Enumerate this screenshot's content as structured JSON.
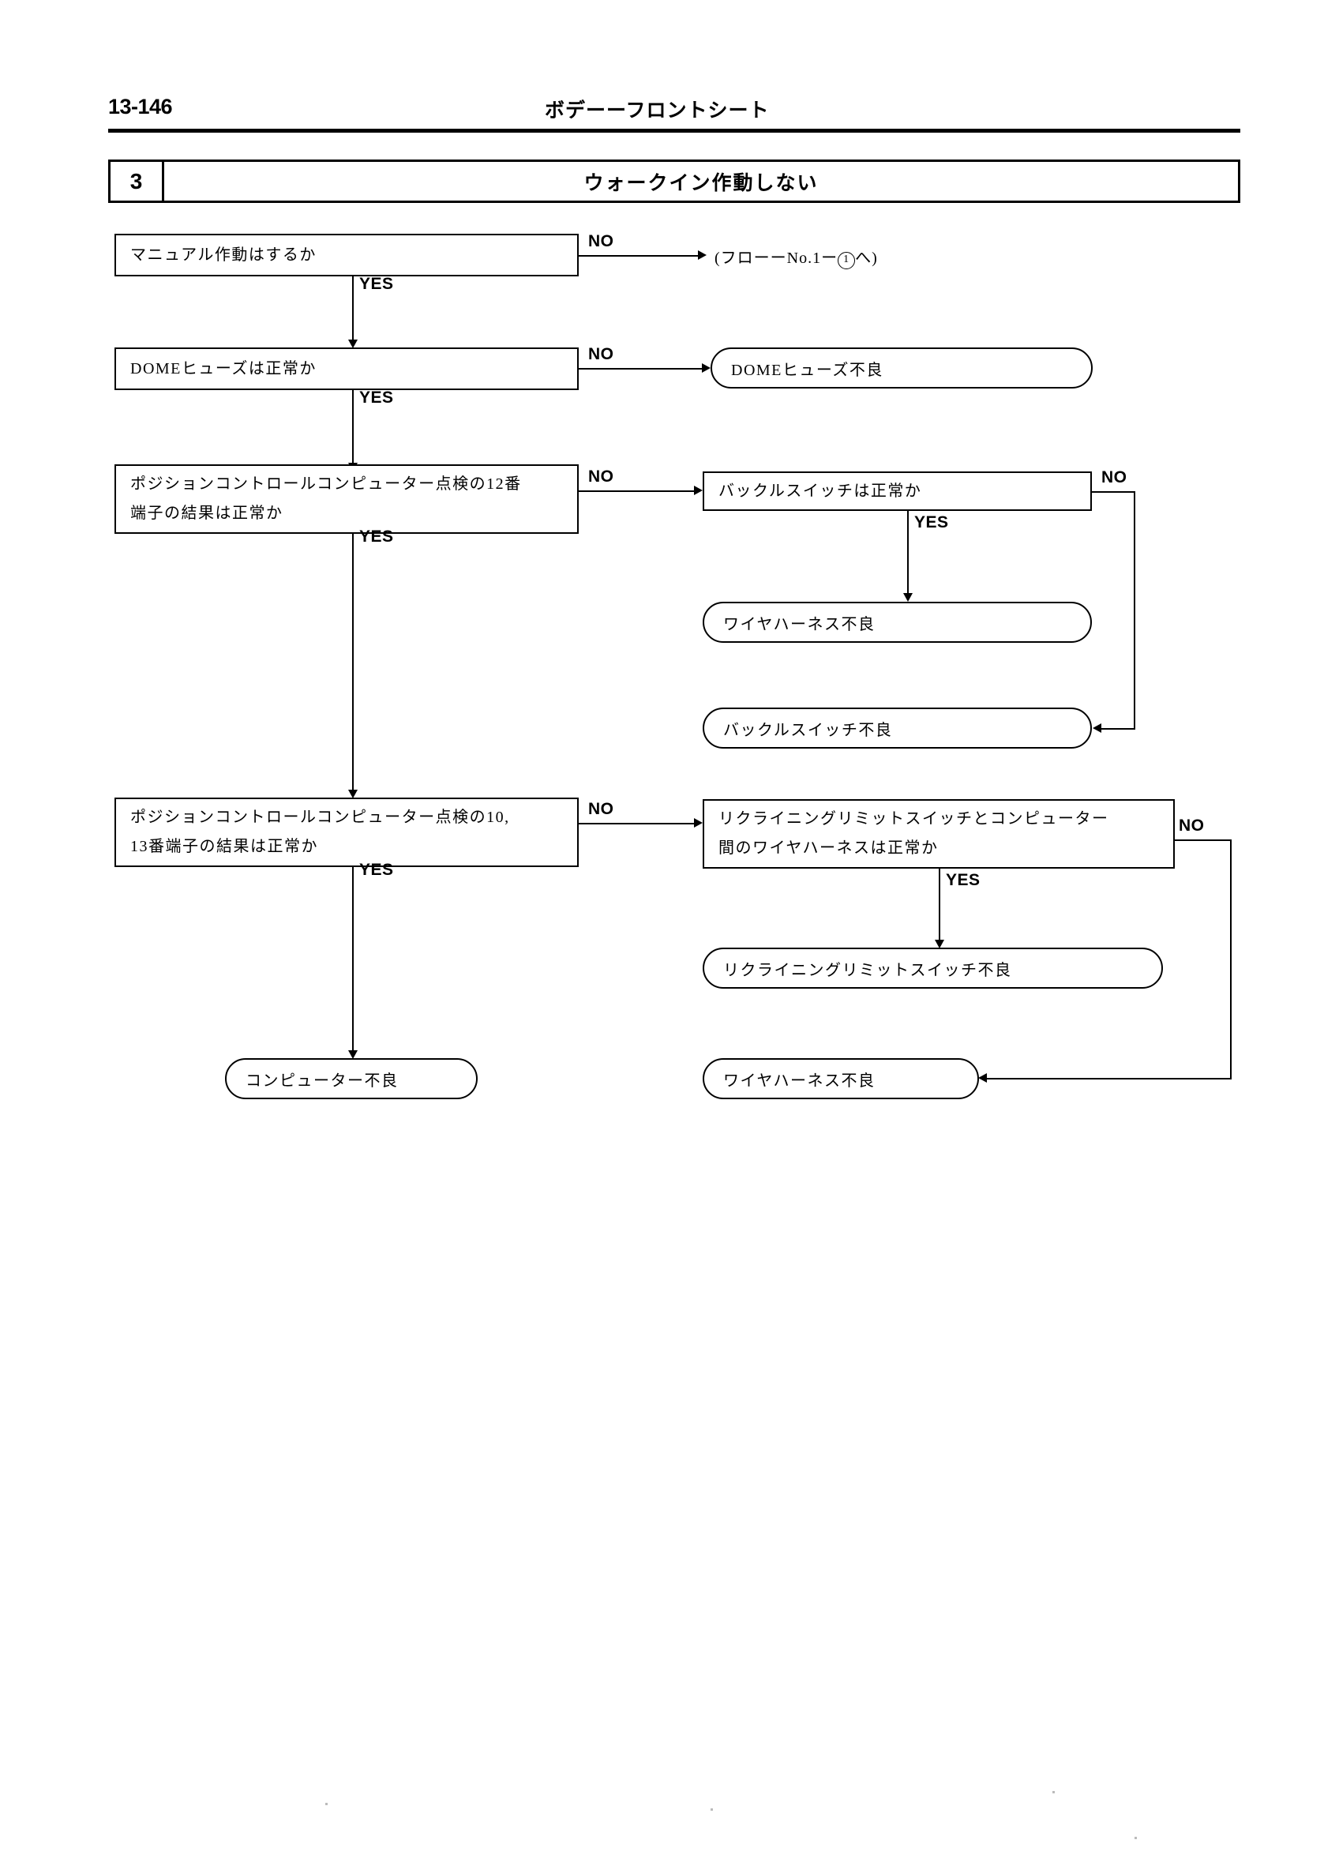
{
  "header": {
    "page_number": "13-146",
    "title": "ボデーーフロントシート"
  },
  "chart_title_bar": {
    "number": "3",
    "title": "ウォークイン作動しない"
  },
  "labels": {
    "yes": "YES",
    "no": "NO"
  },
  "nodes": {
    "q1": {
      "line1": "マニュアル作動はするか"
    },
    "ref1": {
      "prefix": "(フローーNo.1ー",
      "circled": "1",
      "suffix": "へ)"
    },
    "q2": {
      "line1": "DOMEヒューズは正常か"
    },
    "t2": {
      "line1": "DOMEヒューズ不良"
    },
    "q3": {
      "line1": "ポジションコントロールコンピューター点検の12番",
      "line2": "端子の結果は正常か"
    },
    "q3r": {
      "line1": "バックルスイッチは正常か"
    },
    "t3a": {
      "line1": "ワイヤハーネス不良"
    },
    "t3b": {
      "line1": "バックルスイッチ不良"
    },
    "q4": {
      "line1": "ポジションコントロールコンピューター点検の10,",
      "line2": "13番端子の結果は正常か"
    },
    "q4r": {
      "line1": "リクライニングリミットスイッチとコンピューター",
      "line2": "間のワイヤハーネスは正常か"
    },
    "t4a": {
      "line1": "リクライニングリミットスイッチ不良"
    },
    "t4b": {
      "line1": "コンピューター不良"
    },
    "t4c": {
      "line1": "ワイヤハーネス不良"
    }
  },
  "chart_data": {
    "type": "diagram",
    "title": "ウォークイン作動しない",
    "diagram_kind": "troubleshooting-flowchart",
    "nodes": [
      {
        "id": "q1",
        "kind": "decision",
        "text": "マニュアル作動はするか"
      },
      {
        "id": "ref1",
        "kind": "reference",
        "text": "(フローーNo.1ー①へ)"
      },
      {
        "id": "q2",
        "kind": "decision",
        "text": "DOMEヒューズは正常か"
      },
      {
        "id": "t2",
        "kind": "terminal",
        "text": "DOMEヒューズ不良"
      },
      {
        "id": "q3",
        "kind": "decision",
        "text": "ポジションコントロールコンピューター点検の12番端子の結果は正常か"
      },
      {
        "id": "q3r",
        "kind": "decision",
        "text": "バックルスイッチは正常か"
      },
      {
        "id": "t3a",
        "kind": "terminal",
        "text": "ワイヤハーネス不良"
      },
      {
        "id": "t3b",
        "kind": "terminal",
        "text": "バックルスイッチ不良"
      },
      {
        "id": "q4",
        "kind": "decision",
        "text": "ポジションコントロールコンピューター点検の10, 13番端子の結果は正常か"
      },
      {
        "id": "q4r",
        "kind": "decision",
        "text": "リクライニングリミットスイッチとコンピューター間のワイヤハーネスは正常か"
      },
      {
        "id": "t4a",
        "kind": "terminal",
        "text": "リクライニングリミットスイッチ不良"
      },
      {
        "id": "t4b",
        "kind": "terminal",
        "text": "コンピューター不良"
      },
      {
        "id": "t4c",
        "kind": "terminal",
        "text": "ワイヤハーネス不良"
      }
    ],
    "edges": [
      {
        "from": "q1",
        "to": "ref1",
        "label": "NO"
      },
      {
        "from": "q1",
        "to": "q2",
        "label": "YES"
      },
      {
        "from": "q2",
        "to": "t2",
        "label": "NO"
      },
      {
        "from": "q2",
        "to": "q3",
        "label": "YES"
      },
      {
        "from": "q3",
        "to": "q3r",
        "label": "NO"
      },
      {
        "from": "q3",
        "to": "q4",
        "label": "YES"
      },
      {
        "from": "q3r",
        "to": "t3a",
        "label": "YES"
      },
      {
        "from": "q3r",
        "to": "t3b",
        "label": "NO"
      },
      {
        "from": "q4",
        "to": "q4r",
        "label": "NO"
      },
      {
        "from": "q4",
        "to": "t4b",
        "label": "YES"
      },
      {
        "from": "q4r",
        "to": "t4a",
        "label": "YES"
      },
      {
        "from": "q4r",
        "to": "t4c",
        "label": "NO"
      }
    ]
  }
}
